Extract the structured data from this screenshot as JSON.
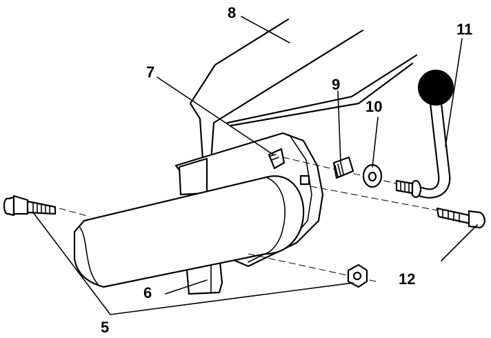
{
  "callouts": {
    "c5": "5",
    "c6": "6",
    "c7": "7",
    "c8": "8",
    "c9": "9",
    "c10": "10",
    "c11": "11",
    "c12": "12"
  },
  "colors": {
    "ink": "#000000",
    "paper": "#ffffff",
    "shade": "#d9d9d9"
  }
}
